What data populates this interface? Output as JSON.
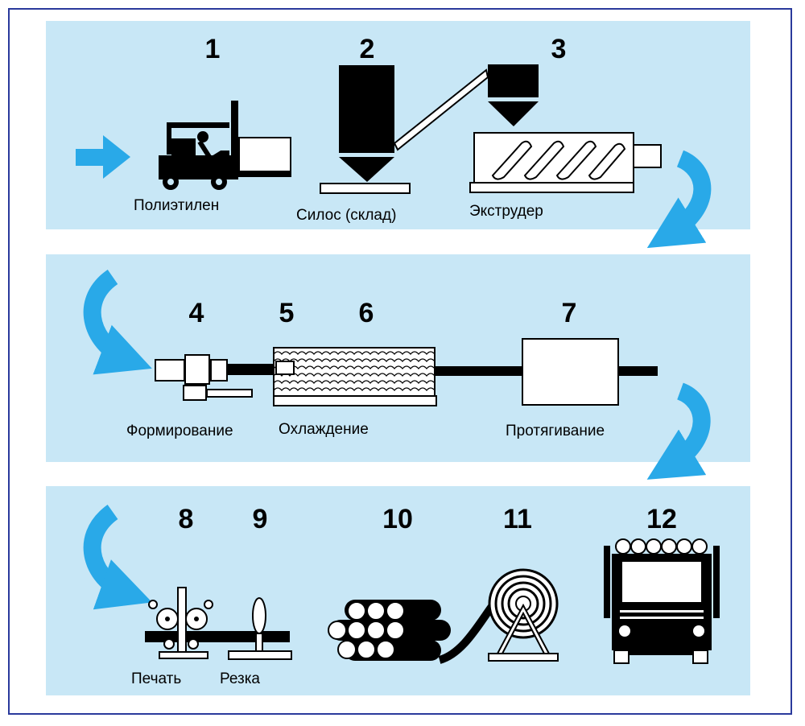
{
  "colors": {
    "panel_bg": "#c8e7f6",
    "arrow": "#29a9e8",
    "frame_border": "#2a3a9c",
    "ink": "#000000"
  },
  "rows": [
    {
      "steps": [
        {
          "number": "1",
          "label": "Полиэтилен",
          "icon": "forklift-icon"
        },
        {
          "number": "2",
          "label": "Силос (склад)",
          "icon": "silo-icon"
        },
        {
          "number": "3",
          "label": "Экструдер",
          "icon": "extruder-icon"
        }
      ]
    },
    {
      "steps": [
        {
          "number": "4",
          "label": "Формирование",
          "icon": "forming-die-icon"
        },
        {
          "number": "5",
          "label": "Охлаждение",
          "icon": "cooling-bath-icon"
        },
        {
          "number": "6",
          "label": "",
          "icon": "cooling-bath-icon"
        },
        {
          "number": "7",
          "label": "Протягивание",
          "icon": "haul-off-icon"
        }
      ]
    },
    {
      "steps": [
        {
          "number": "8",
          "label": "Печать",
          "icon": "printer-icon"
        },
        {
          "number": "9",
          "label": "Резка",
          "icon": "cutter-icon"
        },
        {
          "number": "10",
          "label": "",
          "icon": "pipe-bundle-icon"
        },
        {
          "number": "11",
          "label": "",
          "icon": "coil-reel-icon"
        },
        {
          "number": "12",
          "label": "",
          "icon": "truck-icon"
        }
      ]
    }
  ]
}
